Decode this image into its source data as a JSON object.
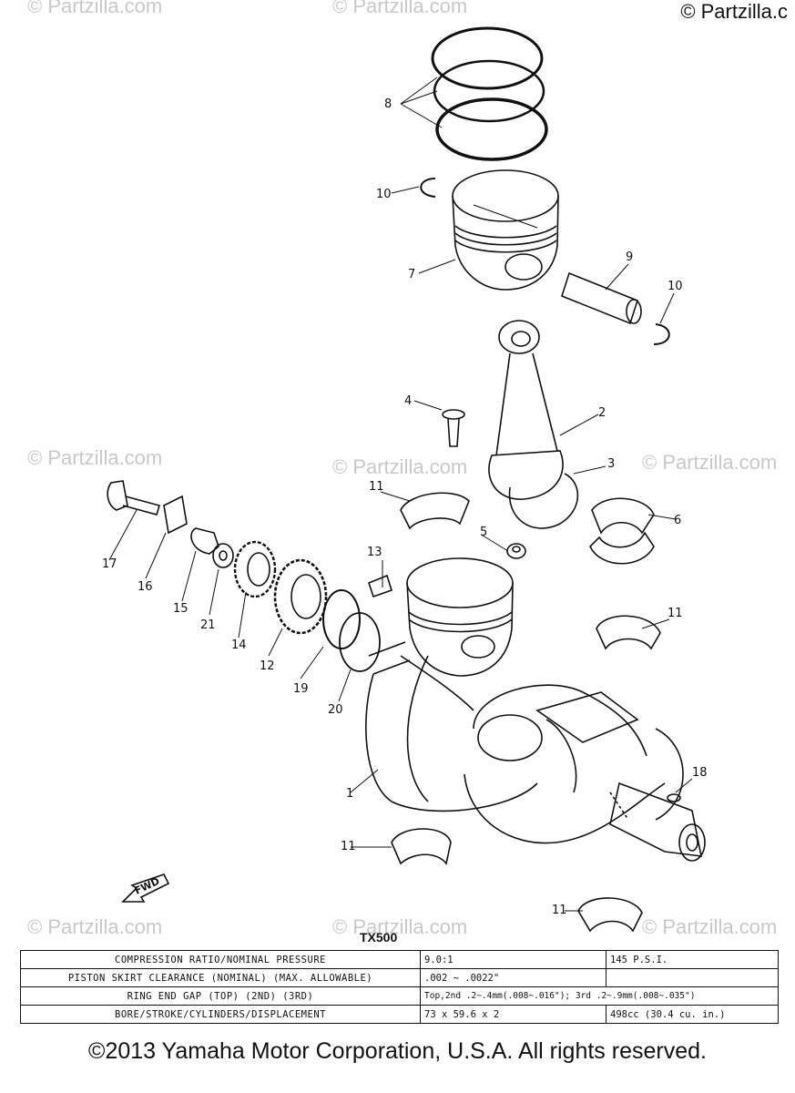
{
  "watermarks": {
    "brand": "© Partzilla.com",
    "corner": "© Partzilla.c"
  },
  "callouts": {
    "c1": "1",
    "c2": "2",
    "c3": "3",
    "c4": "4",
    "c5": "5",
    "c6": "6",
    "c7": "7",
    "c8": "8",
    "c9": "9",
    "c10a": "10",
    "c10b": "10",
    "c11a": "11",
    "c11b": "11",
    "c11c": "11",
    "c11d": "11",
    "c12": "12",
    "c13": "13",
    "c14": "14",
    "c15": "15",
    "c16": "16",
    "c17": "17",
    "c18": "18",
    "c19": "19",
    "c20": "20",
    "c21": "21"
  },
  "fwd_label": "FWD",
  "model": "TX500",
  "spec_table": {
    "rows": [
      {
        "label": "COMPRESSION RATIO/NOMINAL PRESSURE",
        "v1": "9.0:1",
        "v2": "145 P.S.I."
      },
      {
        "label": "PISTON SKIRT CLEARANCE (NOMINAL) (MAX. ALLOWABLE)",
        "v1": ".002 ~ .0022\"",
        "v2": ""
      },
      {
        "label": "RING END GAP (TOP) (2ND) (3RD)",
        "v1": "Top,2nd .2~.4mm(.008~.016\"); 3rd .2~.9mm(.008~.035\")",
        "v2": ""
      },
      {
        "label": "BORE/STROKE/CYLINDERS/DISPLACEMENT",
        "v1": "73 x 59.6 x 2",
        "v2": "498cc (30.4 cu. in.)"
      }
    ]
  },
  "copyright": "©2013  Yamaha Motor Corporation, U.S.A. All rights reserved."
}
